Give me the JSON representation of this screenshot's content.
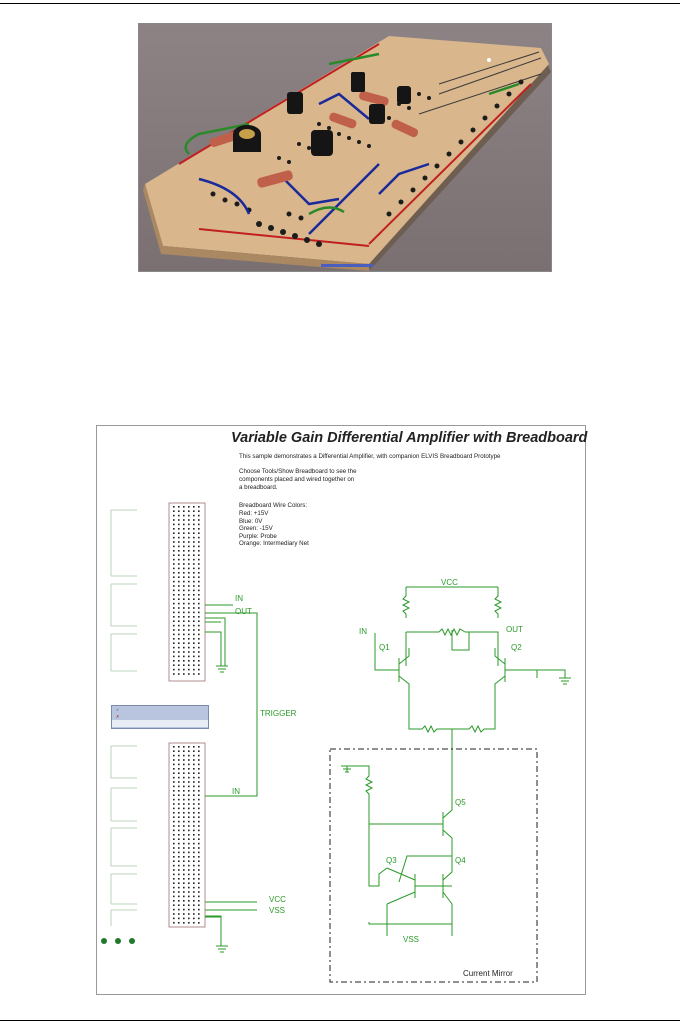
{
  "schematic": {
    "title": "Variable Gain Differential Amplifier with Breadboard",
    "description": "This sample demonstrates a Differential Amplifier, with companion ELVIS Breadboard Prototype",
    "instruction_lines": [
      "Choose Tools/Show Breadboard to see the",
      "components placed and wired together on",
      "a breadboard."
    ],
    "wire_colors_heading": "Breadboard Wire Colors:",
    "wire_colors": [
      "Red: +15V",
      "Blue: 0V",
      "Green: -15V",
      "Purple: Probe",
      "Orange: Intermediary Net"
    ],
    "labels": {
      "in_top": "IN",
      "out_top": "OUT",
      "trigger": "TRIGGER",
      "in_bottom": "IN",
      "vcc_left": "VCC",
      "vss_left": "VSS",
      "vcc_amp": "VCC",
      "in_amp": "IN",
      "out_amp": "OUT",
      "q1": "Q1",
      "q2": "Q2",
      "q3": "Q3",
      "q4": "Q4",
      "q5": "Q5",
      "vss_mirror": "VSS",
      "current_mirror": "Current Mirror"
    }
  },
  "colors": {
    "page_bg": "#ffffff",
    "wire_green": "#2a9a2a",
    "board": "#d8b58a",
    "board_3d_bg": "#857b7d",
    "wire_blue": "#1a2a9a",
    "wire_red": "#c02020"
  }
}
